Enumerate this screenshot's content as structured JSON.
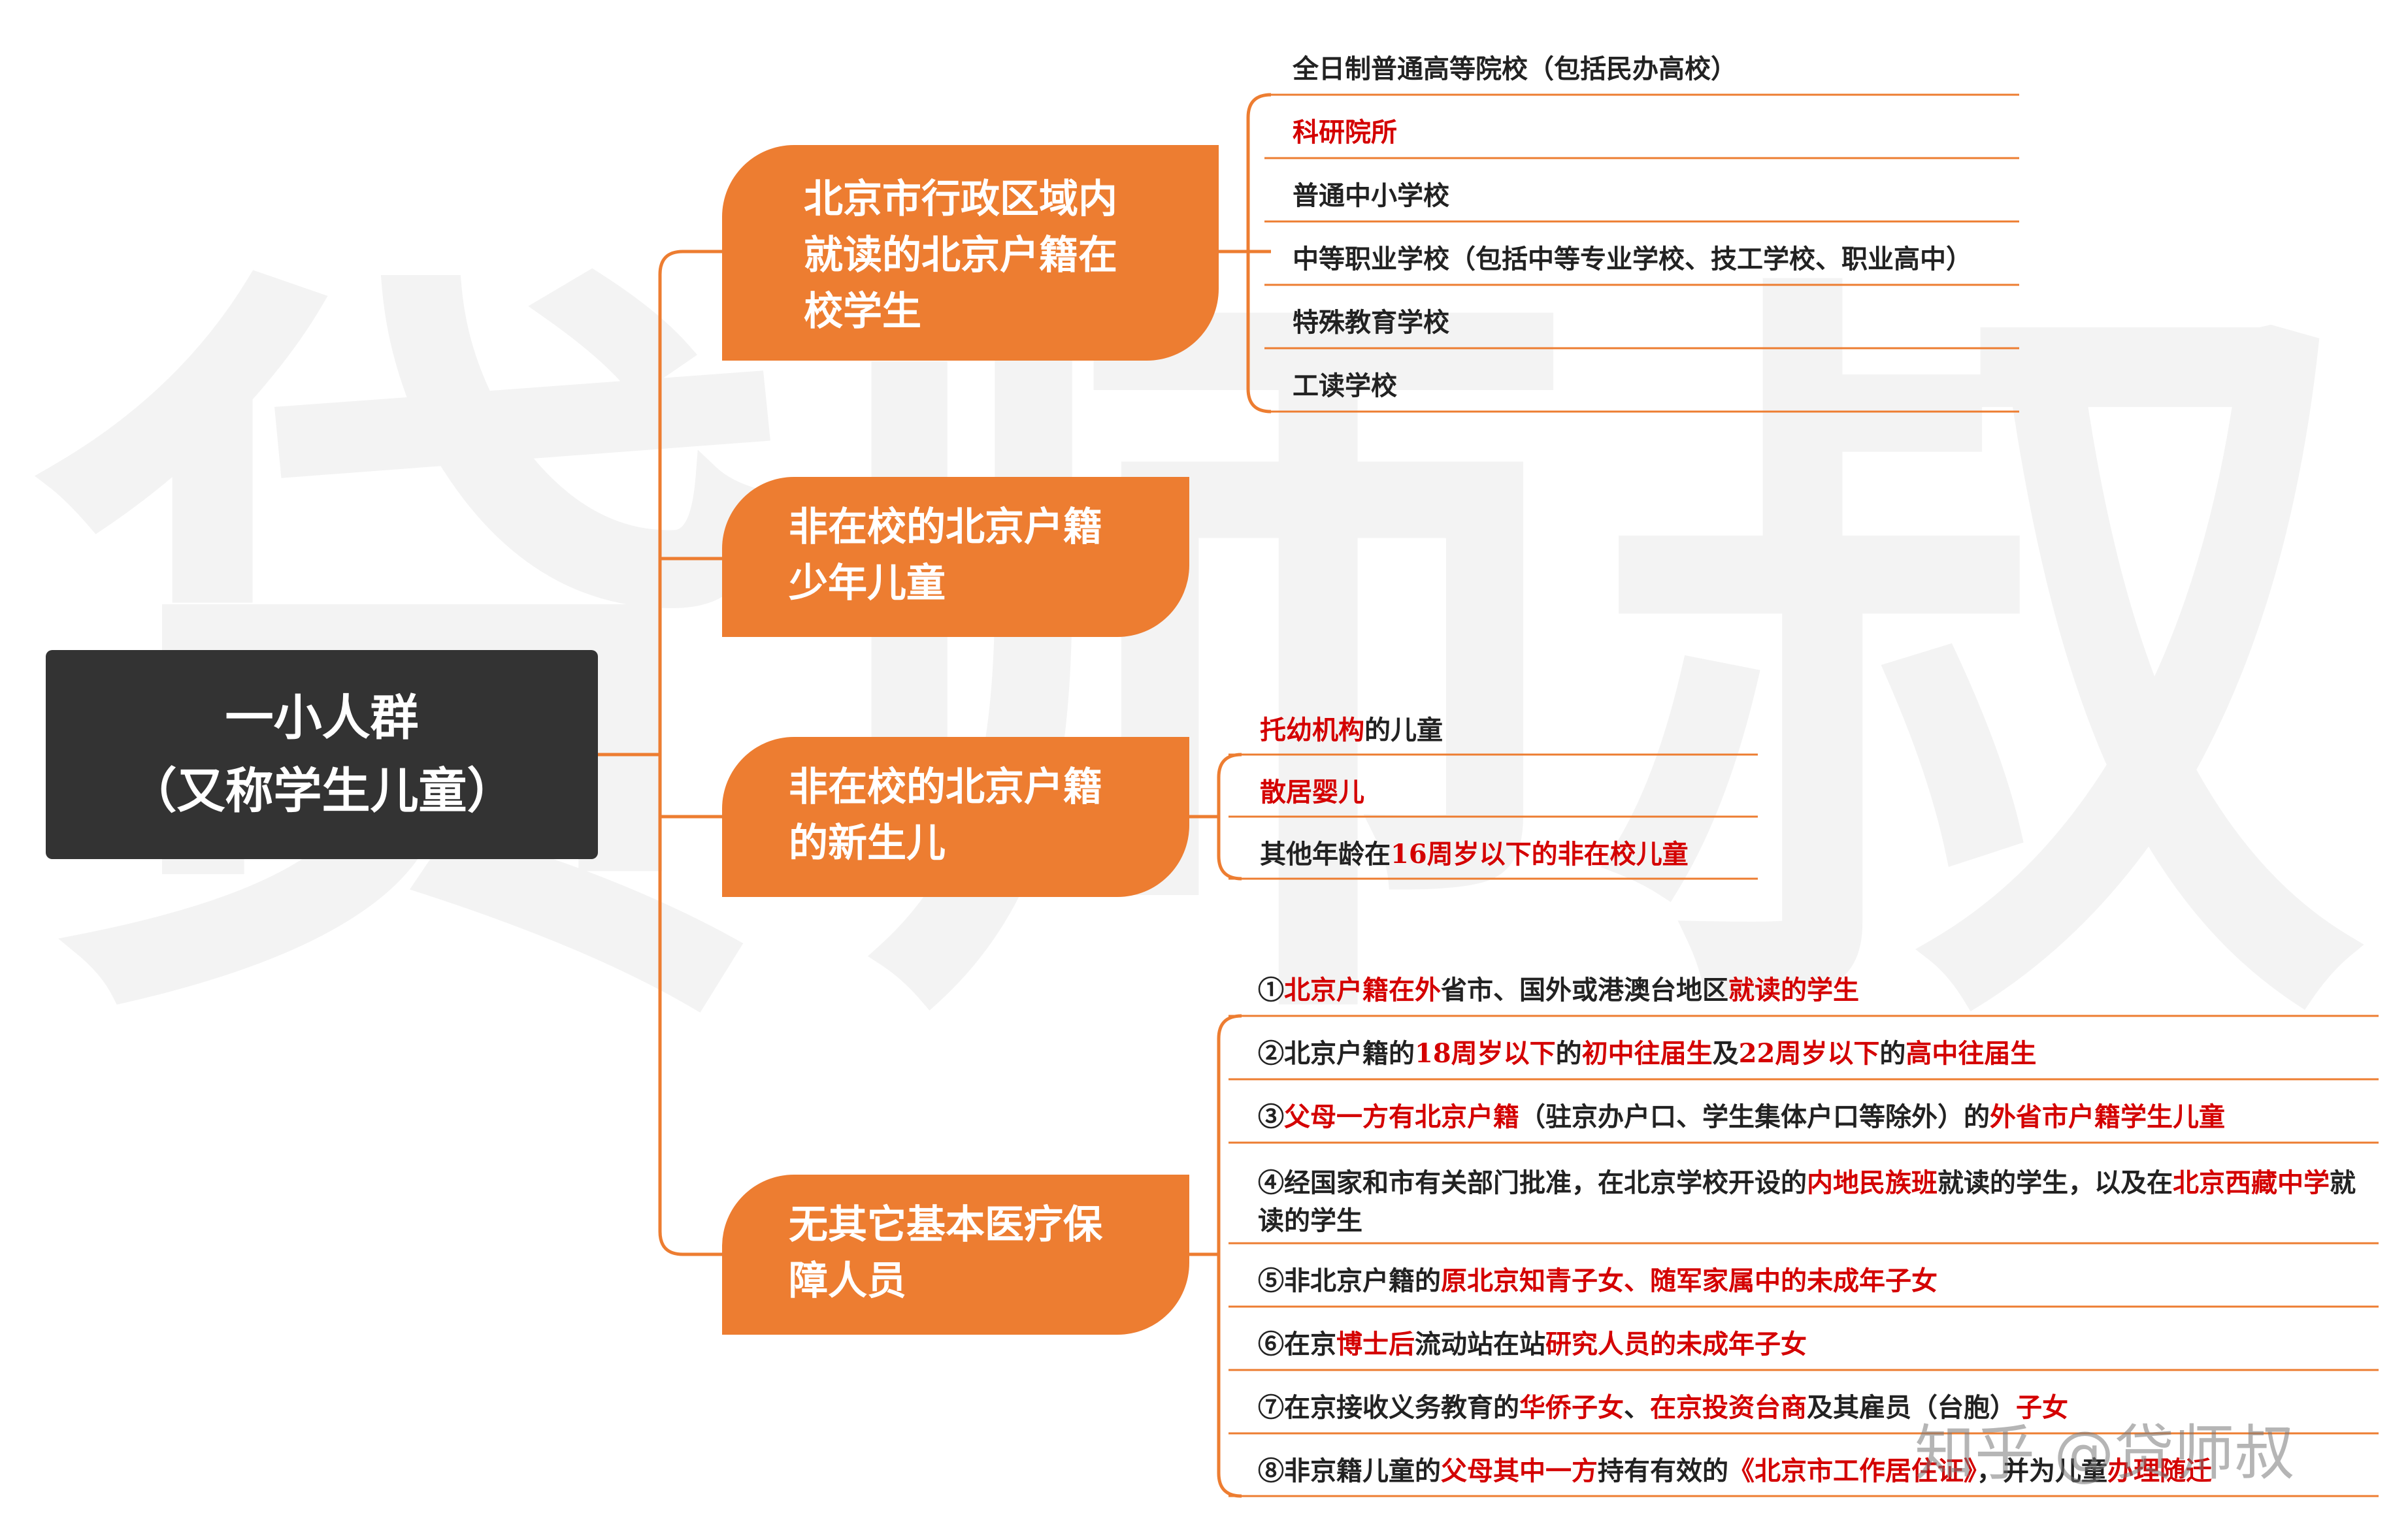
{
  "watermark": "贷师叔",
  "root": {
    "line1": "一小人群",
    "line2": "（又称学生儿童）"
  },
  "branches": [
    {
      "lines": [
        "北京市行政区域内",
        "就读的北京户籍在",
        "校学生"
      ],
      "leaves": [
        [
          {
            "t": "全日制普通高等院校（包括民办高校）"
          }
        ],
        [
          {
            "t": "科研院所",
            "red": true
          }
        ],
        [
          {
            "t": "普通中小学校"
          }
        ],
        [
          {
            "t": "中等职业学校（包括中等专业学校、技工学校、职业高中）"
          }
        ],
        [
          {
            "t": "特殊教育学校"
          }
        ],
        [
          {
            "t": "工读学校"
          }
        ]
      ]
    },
    {
      "lines": [
        "非在校的北京户籍",
        "少年儿童"
      ],
      "leaves": []
    },
    {
      "lines": [
        "非在校的北京户籍",
        "的新生儿"
      ],
      "leaves": [
        [
          {
            "t": "托幼机构",
            "red": true
          },
          {
            "t": "的儿童"
          }
        ],
        [
          {
            "t": "散居婴儿",
            "red": true
          }
        ],
        [
          {
            "t": "其他年龄在"
          },
          {
            "t": "16周岁以下的非在校儿童",
            "red": true
          }
        ]
      ]
    },
    {
      "lines": [
        "无其它基本医疗保",
        "障人员"
      ],
      "leaves": [
        [
          {
            "t": "①"
          },
          {
            "t": "北京户籍在外",
            "red": true
          },
          {
            "t": "省市、国外或港澳台地区"
          },
          {
            "t": "就读的学生",
            "red": true
          }
        ],
        [
          {
            "t": "②北京户籍的"
          },
          {
            "t": "18周岁以下",
            "red": true
          },
          {
            "t": "的"
          },
          {
            "t": "初中往届生",
            "red": true
          },
          {
            "t": "及"
          },
          {
            "t": "22周岁以下",
            "red": true
          },
          {
            "t": "的"
          },
          {
            "t": "高中往届生",
            "red": true
          }
        ],
        [
          {
            "t": "③"
          },
          {
            "t": "父母一方有北京户籍",
            "red": true
          },
          {
            "t": "（驻京办户口、学生集体户口等除外）的"
          },
          {
            "t": "外省市户籍学生儿童",
            "red": true
          }
        ],
        [
          {
            "t": "④经国家和市有关部门批准，在北京学校开设的"
          },
          {
            "t": "内地民族班",
            "red": true
          },
          {
            "t": "就读的学生，以及在"
          },
          {
            "t": "北京西藏中学",
            "red": true
          },
          {
            "t": "就读的学生"
          }
        ],
        [
          {
            "t": "⑤非北京户籍的"
          },
          {
            "t": "原北京知青子女、随军家属中的未成年子女",
            "red": true
          }
        ],
        [
          {
            "t": "⑥在京"
          },
          {
            "t": "博士后",
            "red": true
          },
          {
            "t": "流动站在站"
          },
          {
            "t": "研究人员的未成年子女",
            "red": true
          }
        ],
        [
          {
            "t": "⑦在京接收义务教育的"
          },
          {
            "t": "华侨子女",
            "red": true
          },
          {
            "t": "、"
          },
          {
            "t": "在京投资台商",
            "red": true
          },
          {
            "t": "及其雇员（台胞）"
          },
          {
            "t": "子女",
            "red": true
          }
        ],
        [
          {
            "t": "⑧非京籍儿童的"
          },
          {
            "t": "父母其中一方",
            "red": true
          },
          {
            "t": "持有有效的"
          },
          {
            "t": "《北京市工作居住证》",
            "red": true
          },
          {
            "t": "，并为儿童"
          },
          {
            "t": "办理随迁",
            "red": true
          }
        ]
      ]
    }
  ],
  "credit": "知乎 @贷师叔",
  "colors": {
    "accent": "#ed7d31",
    "root": "#333333",
    "highlight": "#d40000"
  }
}
